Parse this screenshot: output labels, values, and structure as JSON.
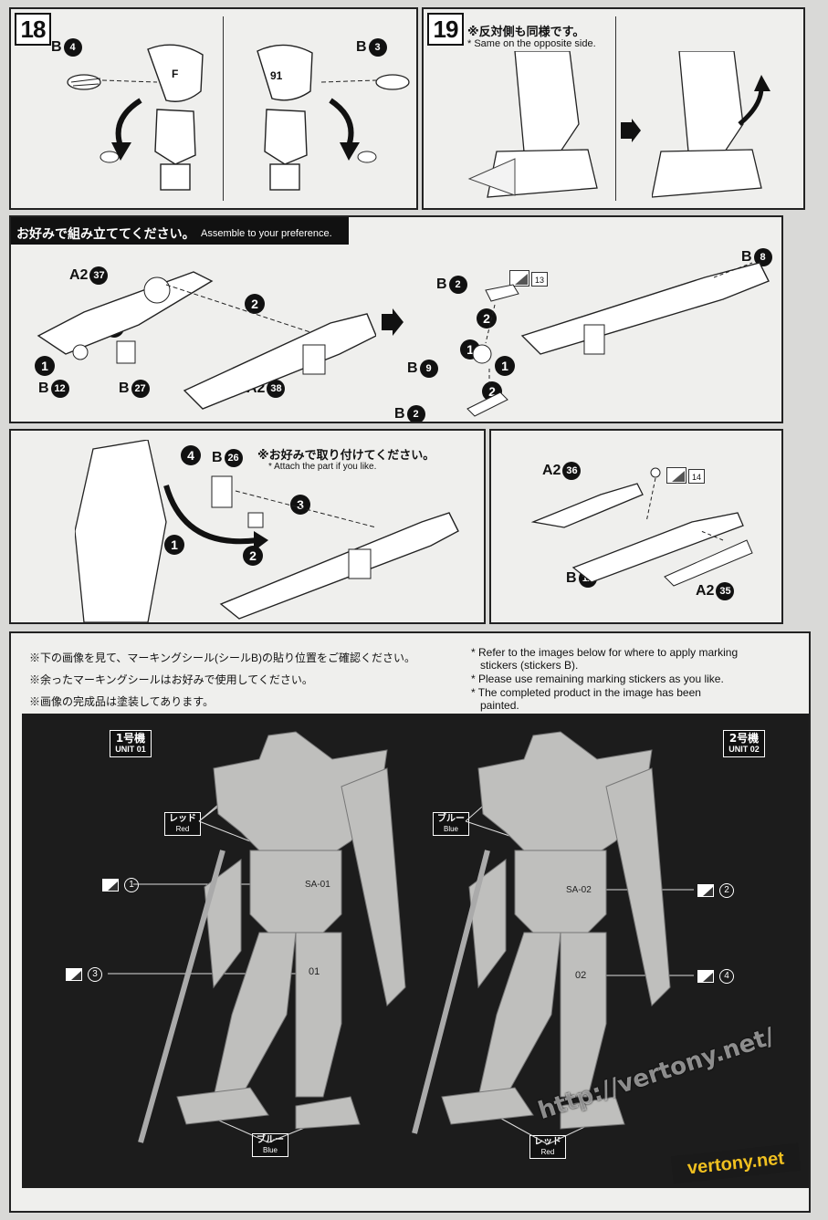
{
  "step18": {
    "number": "18",
    "labels": {
      "left": "B",
      "left_n": "4",
      "right": "B",
      "right_n": "3"
    },
    "tag_left": "F",
    "tag_right": "91"
  },
  "step19": {
    "number": "19",
    "note_jp": "※反対側も同様です。",
    "note_en": "* Same on the opposite side."
  },
  "assemble": {
    "title_jp": "お好みで組み立ててください。",
    "title_en": "Assemble to your preference.",
    "left": {
      "a2": "A2",
      "a2_n": "37",
      "a2b": "A2",
      "a2b_n": "38",
      "b12": "B",
      "b12_n": "12",
      "b27": "B",
      "b27_n": "27",
      "s1": "1",
      "s2": "2"
    },
    "right": {
      "b2": "B",
      "b2_n": "2",
      "b8": "B",
      "b8_n": "8",
      "b9": "B",
      "b9_n": "9",
      "b2b": "B",
      "b2b_n": "2",
      "sticker": "13",
      "s1": "1",
      "s2": "2"
    }
  },
  "attach": {
    "title_jp": "※お好みで取り付けてください。",
    "title_en": "* Attach the part if you like.",
    "b26": "B",
    "b26_n": "26",
    "s1": "1",
    "s2": "2",
    "s3": "3",
    "s4": "4"
  },
  "alt": {
    "a2a": "A2",
    "a2a_n": "36",
    "b11": "B",
    "b11_n": "11",
    "a2b": "A2",
    "a2b_n": "35",
    "sticker": "14"
  },
  "markings": {
    "jp": [
      "※下の画像を見て、マーキングシール(シールB)の貼り位置をご確認ください。",
      "※余ったマーキングシールはお好みで使用してください。",
      "※画像の完成品は塗装してあります。"
    ],
    "en": [
      "* Refer to the images below for where to apply marking",
      "stickers (stickers B).",
      "* Please use remaining marking stickers as you like.",
      "* The completed product in the image has been",
      "painted."
    ],
    "unit1": {
      "jp": "1号機",
      "en": "UNIT 01",
      "color_top_jp": "レッド",
      "color_top_en": "Red",
      "color_bottom_jp": "ブルー",
      "color_bottom_en": "Blue",
      "ref1": "1",
      "ref3": "3",
      "tag": "SA-01",
      "num": "01"
    },
    "unit2": {
      "jp": "2号機",
      "en": "UNIT 02",
      "color_top_jp": "ブルー",
      "color_top_en": "Blue",
      "color_bottom_jp": "レッド",
      "color_bottom_en": "Red",
      "ref2": "2",
      "ref4": "4",
      "tag": "SA-02",
      "num": "02"
    },
    "watermark_url": "http://vertony.net/",
    "watermark_logo": "vertony.net"
  }
}
